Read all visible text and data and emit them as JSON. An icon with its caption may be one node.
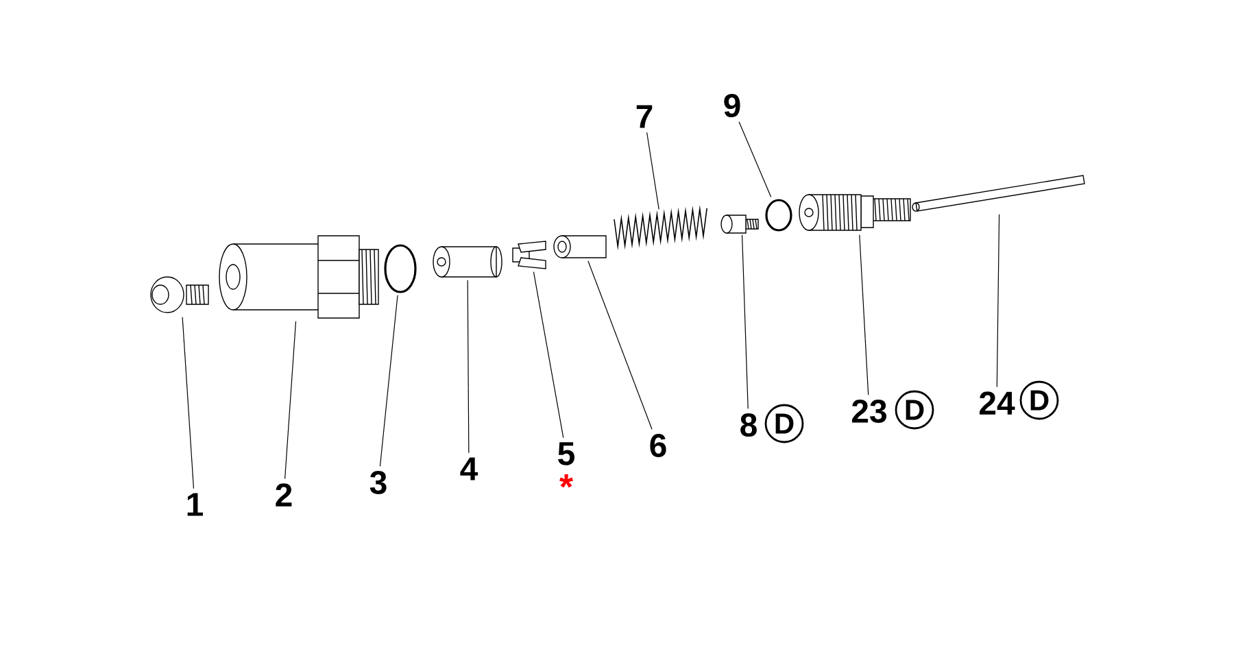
{
  "diagram": {
    "nodes": [
      {
        "text": [
          "1"
        ]
      },
      {
        "text": [
          "2"
        ]
      },
      {
        "text": [
          "3"
        ]
      },
      {
        "text": [
          "4"
        ]
      },
      {
        "text": [
          "5"
        ],
        "beside": [
          "*"
        ]
      },
      {
        "text": [
          "6"
        ]
      },
      {
        "text": [
          "7"
        ]
      },
      {
        "text": [
          "9"
        ]
      },
      {
        "text": [
          "8"
        ]
      },
      {
        "text": [
          "D"
        ]
      },
      {
        "text": [
          "23"
        ]
      },
      {
        "text": [
          "D"
        ]
      },
      {
        "text": [
          "24"
        ]
      },
      {
        "text": [
          "D"
        ]
      },
      {
        "text": [],
        "shape": "picture"
      },
      {
        "text": [],
        "shape": "picture"
      },
      {
        "text": [],
        "shape": "circle"
      },
      {
        "text": [],
        "shape": "cylinder"
      },
      {
        "text": [],
        "shape": "picture"
      },
      {
        "text": [],
        "shape": "cylinder"
      },
      {
        "text": [],
        "shape": "picture"
      },
      {
        "text": [],
        "shape": "cylinder"
      },
      {
        "text": [],
        "shape": "circle"
      },
      {
        "text": [],
        "shape": "picture"
      },
      {
        "text": [],
        "shape": "cylinder"
      }
    ],
    "edges": [
      {
        "from": 0,
        "to": 14,
        "arrow": "none"
      },
      {
        "from": 1,
        "to": 15,
        "arrow": "none"
      },
      {
        "from": 2,
        "to": 16,
        "arrow": "none"
      },
      {
        "from": 3,
        "to": 17,
        "arrow": "none"
      },
      {
        "from": 4,
        "to": 18,
        "arrow": "none"
      },
      {
        "from": 5,
        "to": 19,
        "arrow": "none"
      },
      {
        "from": 6,
        "to": 20,
        "arrow": "none"
      },
      {
        "from": 7,
        "to": 22,
        "arrow": "none"
      },
      {
        "from": 8,
        "to": 21,
        "arrow": "none"
      },
      {
        "from": 10,
        "to": 23,
        "arrow": "none"
      },
      {
        "from": 12,
        "to": 24,
        "arrow": "none"
      }
    ]
  }
}
